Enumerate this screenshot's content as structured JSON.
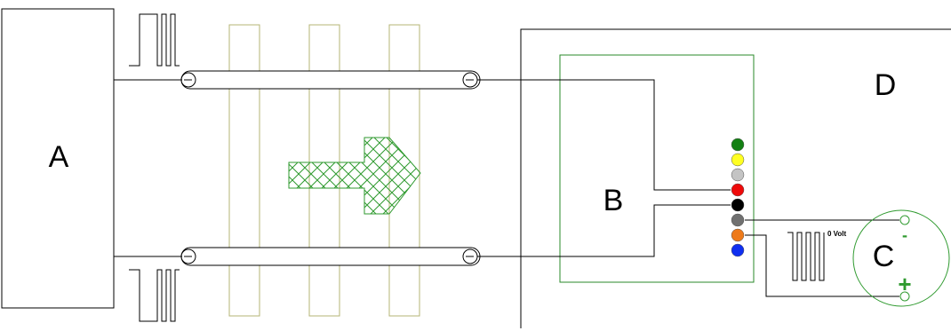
{
  "labels": {
    "a": "A",
    "b": "B",
    "c": "C",
    "d": "D",
    "zero_volt": "0 Volt",
    "minus": "-",
    "plus": "+"
  },
  "colors": {
    "board_green": "#2a8a2a",
    "sleeper": "#b5b574",
    "arrow": "#2f9a2f",
    "c_ring": "#2f9a2f",
    "line": "#000000"
  },
  "connector_pins": [
    {
      "color_name": "green",
      "color": "#138013"
    },
    {
      "color_name": "yellow",
      "color": "#ffff22"
    },
    {
      "color_name": "grey",
      "color": "#c4c4c4"
    },
    {
      "color_name": "red",
      "color": "#ee0a0a"
    },
    {
      "color_name": "black",
      "color": "#000000"
    },
    {
      "color_name": "dark-grey",
      "color": "#707070"
    },
    {
      "color_name": "orange",
      "color": "#ee7a1a"
    },
    {
      "color_name": "blue",
      "color": "#0f2ff0"
    }
  ]
}
